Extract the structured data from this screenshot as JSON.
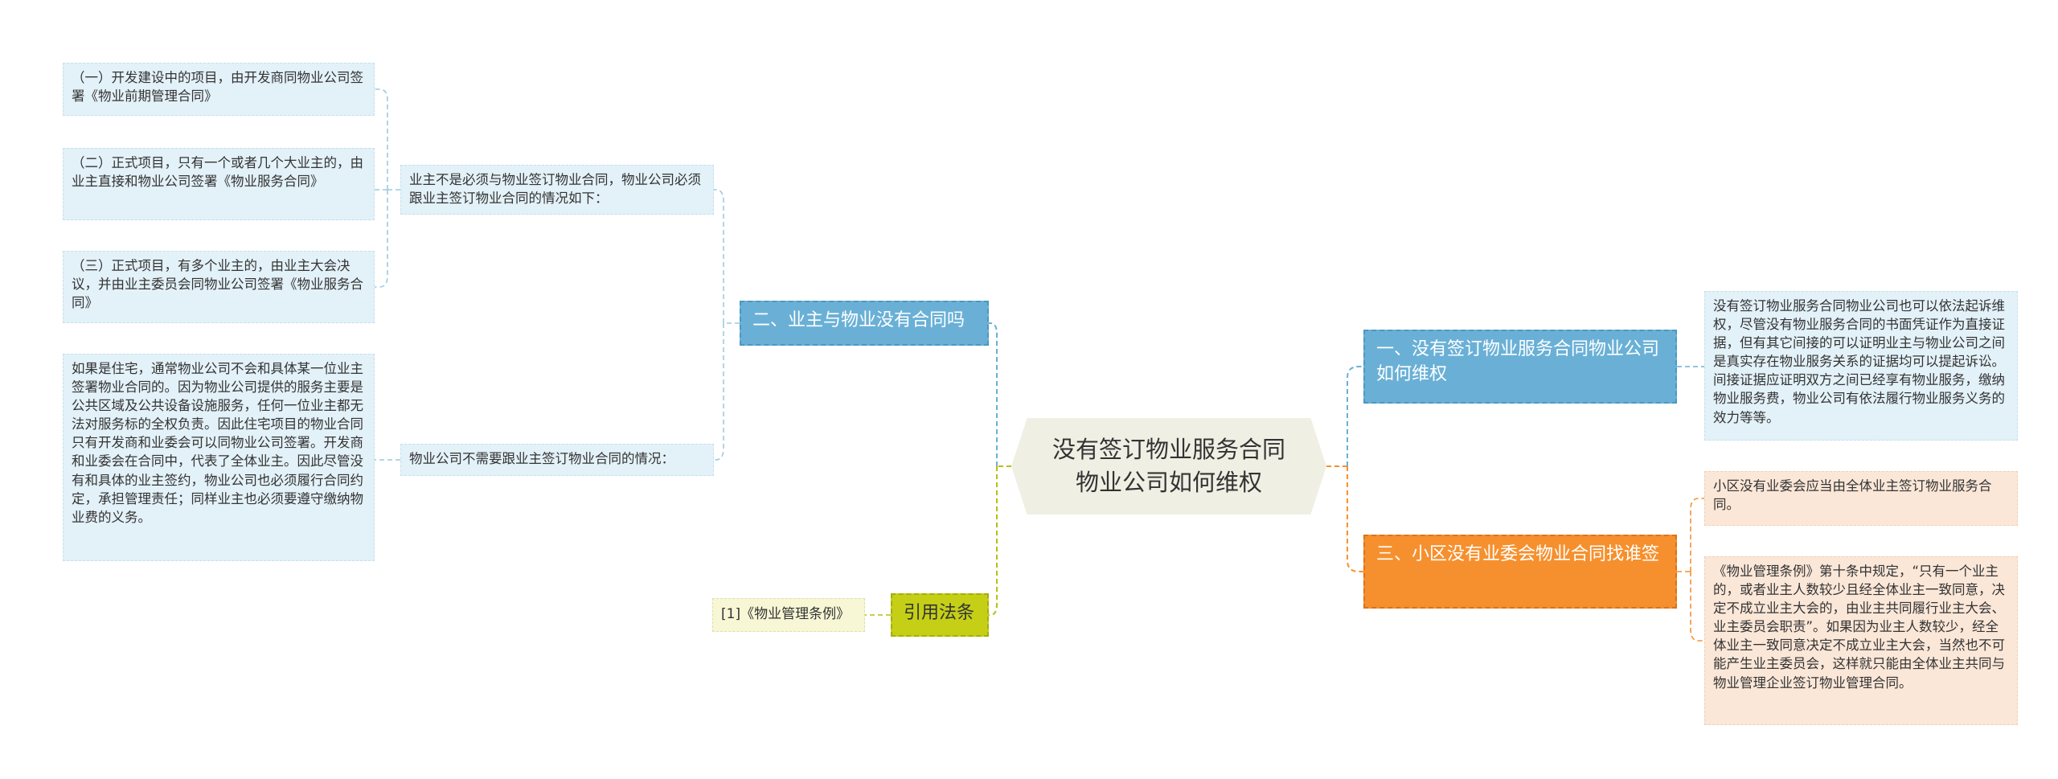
{
  "root": {
    "title": "没有签订物业服务合同物业公司如何维权"
  },
  "branches": {
    "b1": {
      "title": "一、没有签订物业服务合同物业公司如何维权",
      "color": "#6ab0d6"
    },
    "b2": {
      "title": "二、业主与物业没有合同吗",
      "color": "#6ab0d6"
    },
    "b3": {
      "title": "三、小区没有业委会物业合同找谁签",
      "color": "#f6902e"
    },
    "b4": {
      "title": "引用法条",
      "color": "#c4cf16"
    }
  },
  "leaves": {
    "b1_text": "没有签订物业服务合同物业公司也可以依法起诉维权，尽管没有物业服务合同的书面凭证作为直接证据，但有其它间接的可以证明业主与物业公司之间是真实存在物业服务关系的证据均可以提起诉讼。间接证据应证明双方之间已经享有物业服务，缴纳物业服务费，物业公司有依法履行物业服务义务的效力等等。",
    "b2_sub1": "业主不是必须与物业签订物业合同，物业公司必须跟业主签订物业合同的情况如下：",
    "b2_sub1_items": [
      "（一）开发建设中的项目，由开发商同物业公司签署《物业前期管理合同》",
      "（二）正式项目，只有一个或者几个大业主的，由业主直接和物业公司签署《物业服务合同》",
      "（三）正式项目，有多个业主的，由业主大会决议，并由业主委员会同物业公司签署《物业服务合同》"
    ],
    "b2_sub2": "物业公司不需要跟业主签订物业合同的情况：",
    "b2_sub2_item": "如果是住宅，通常物业公司不会和具体某一位业主签署物业合同的。因为物业公司提供的服务主要是公共区域及公共设备设施服务，任何一位业主都无法对服务标的全权负责。因此住宅项目的物业合同只有开发商和业委会可以同物业公司签署。开发商和业委会在合同中，代表了全体业主。因此尽管没有和具体的业主签约，物业公司也必须履行合同约定，承担管理责任；同样业主也必须要遵守缴纳物业费的义务。",
    "b3_items": [
      "小区没有业委会应当由全体业主签订物业服务合同。",
      "《物业管理条例》第十条中规定，“只有一个业主的，或者业主人数较少且经全体业主一致同意，决定不成立业主大会的，由业主共同履行业主大会、业主委员会职责”。如果因为业主人数较少，经全体业主一致同意决定不成立业主大会，当然也不可能产生业主委员会，这样就只能由全体业主共同与物业管理企业签订物业管理合同。"
    ],
    "b4_item": "[1]《物业管理条例》"
  },
  "colors": {
    "line_blue": "#6ab0d6",
    "line_orange": "#f6902e",
    "line_green": "#b5bf14",
    "line_gray": "#9ec9df"
  }
}
